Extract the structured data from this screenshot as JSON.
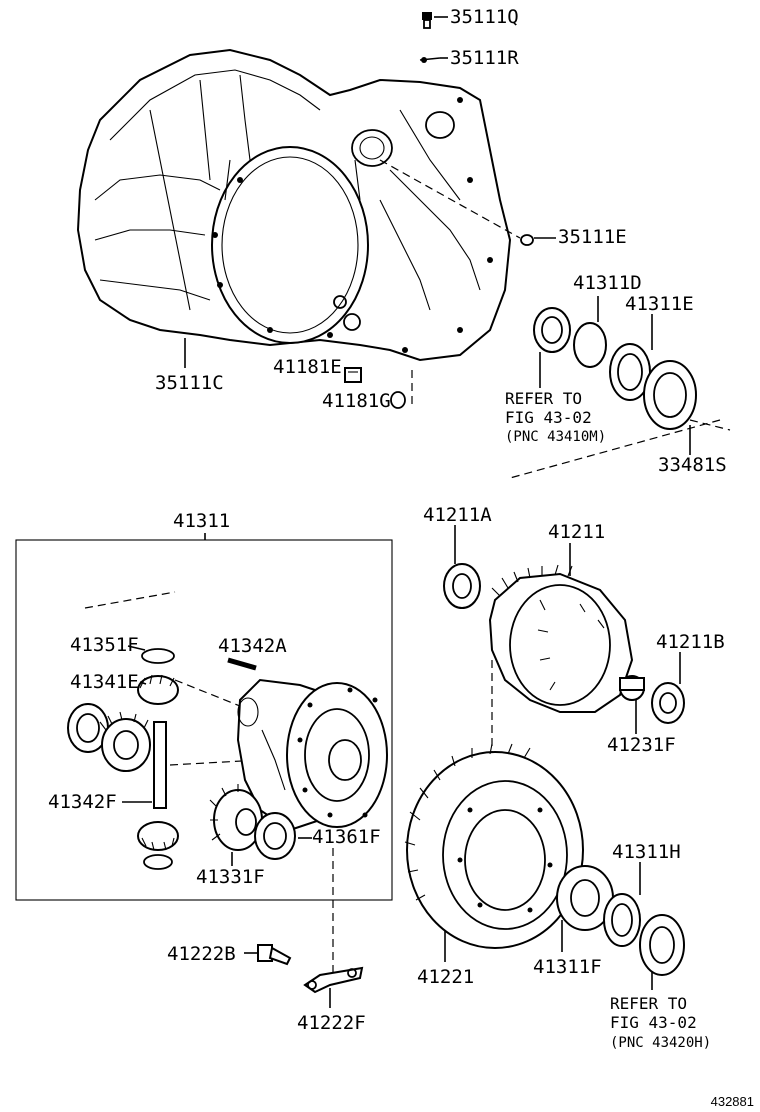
{
  "labels": {
    "p35111Q": "35111Q",
    "p35111R": "35111R",
    "p35111E": "35111E",
    "p35111C": "35111C",
    "p41181E": "41181E",
    "p41181G": "41181G",
    "p41311D": "41311D",
    "p41311E": "41311E",
    "p33481S": "33481S",
    "p41311": "41311",
    "p41351F": "41351F",
    "p41342A": "41342A",
    "p41341E": "41341E",
    "p41342F": "41342F",
    "p41331F": "41331F",
    "p41361F": "41361F",
    "p41211A": "41211A",
    "p41211": "41211",
    "p41211B": "41211B",
    "p41231F": "41231F",
    "p41311H": "41311H",
    "p41221": "41221",
    "p41311F": "41311F",
    "p41222B": "41222B",
    "p41222F": "41222F"
  },
  "refs": {
    "ref1": {
      "line1": "REFER TO",
      "line2": "FIG 43-02",
      "line3": "(PNC 43410M)"
    },
    "ref2": {
      "line1": "REFER TO",
      "line2": "FIG 43-02",
      "line3": "(PNC 43420H)"
    }
  },
  "figure_id": "432881"
}
